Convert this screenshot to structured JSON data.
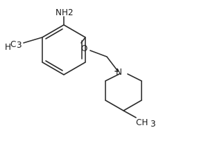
{
  "molecule": {
    "atoms": {
      "amine": "NH2",
      "ether_oxygen": "O",
      "ring_nitrogen": "N"
    }
  },
  "colors": {
    "bond": "#2b2b2b",
    "label": "#1a1a1a",
    "background": "#ffffff"
  }
}
